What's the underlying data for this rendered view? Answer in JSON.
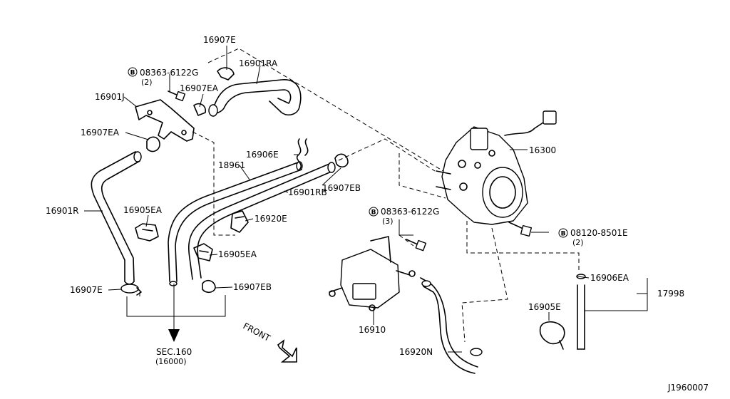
{
  "diagram_id": "J1960007",
  "labels": {
    "p16907E_top": "16907E",
    "p08363_a": "08363-6122G",
    "p08363_a_qty": "(2)",
    "p16901RA": "16901RA",
    "p16907EA_top": "16907EA",
    "p16901J": "16901J",
    "p16907EA_left": "16907EA",
    "p16906E": "16906E",
    "p18961": "18961",
    "p16901R": "16901R",
    "p16905EA_left": "16905EA",
    "p16901RB": "16901RB",
    "p16907EB_upper": "16907EB",
    "p16920E": "16920E",
    "p16905EA_mid": "16905EA",
    "p16907E_bottom": "16907E",
    "p16907EB_lower": "16907EB",
    "p16300": "16300",
    "p08363_b": "08363-6122G",
    "p08363_b_qty": "(3)",
    "p08120": "08120-8501E",
    "p08120_qty": "(2)",
    "p16906EA": "16906EA",
    "p17998": "17998",
    "p16905E": "16905E",
    "p16910": "16910",
    "p16920N": "16920N",
    "sec_ref": "SEC.160",
    "sec_ref_sub": "(16000)",
    "front": "FRONT"
  },
  "bolt_marker": "B"
}
